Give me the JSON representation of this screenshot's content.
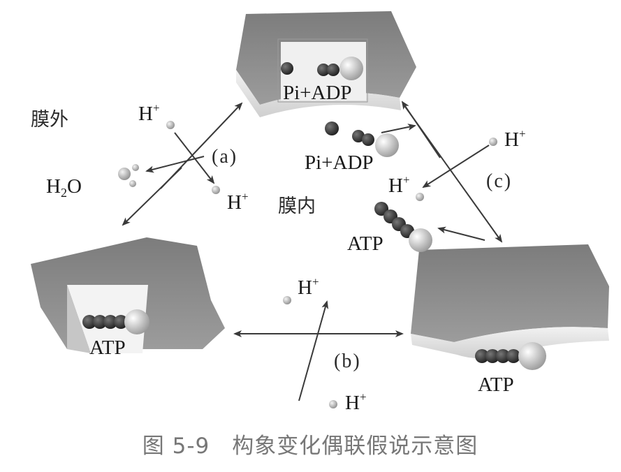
{
  "regions": {
    "outside": "膜外",
    "inside": "膜内"
  },
  "molecules": {
    "top_left_proton": "H",
    "top_left_proton_charge": "+",
    "water_h": "H",
    "water_sub": "2",
    "water_o": "O",
    "mid_left_proton": "H",
    "mid_left_proton_charge": "+",
    "top_enzyme_label": "Pi+ADP",
    "free_substrate_label": "Pi+ADP",
    "right_proton_out": "H",
    "right_proton_out_charge": "+",
    "right_proton_in": "H",
    "right_proton_in_charge": "+",
    "free_atp_label": "ATP",
    "left_enzyme_label": "ATP",
    "right_enzyme_label": "ATP",
    "bottom_proton_top": "H",
    "bottom_proton_top_charge": "+",
    "bottom_proton_bottom": "H",
    "bottom_proton_bottom_charge": "+"
  },
  "steps": {
    "a": "(a)",
    "b": "(b)",
    "c": "(c)"
  },
  "caption": "图 5-9　构象变化偶联假说示意图",
  "colors": {
    "block_dark": "#8a8a8a",
    "block_light": "#e4e4e4",
    "phosphate": "#3a3a3a",
    "nucleotide": "#d8d8d8",
    "proton": "#b8b8b8"
  }
}
